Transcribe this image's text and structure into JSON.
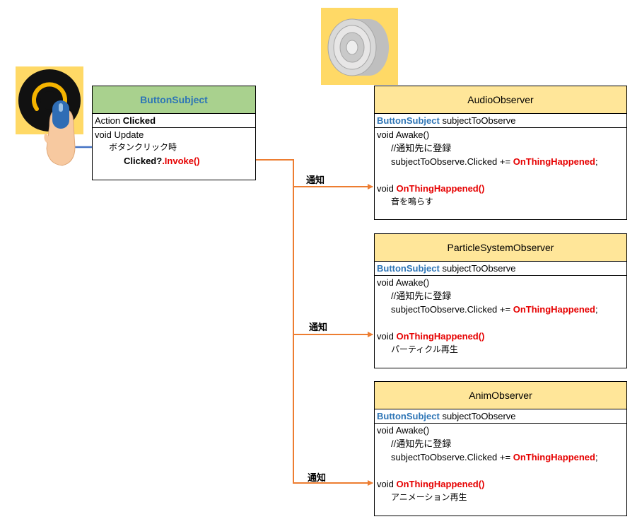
{
  "subject": {
    "title": "ButtonSubject",
    "field_type": "Action",
    "field_name": "Clicked",
    "method": "void Update",
    "comment": "ボタンクリック時",
    "invoke_event": "Clicked?",
    "invoke_call": ".Invoke()"
  },
  "arrow_label": "通知",
  "observers": [
    {
      "title": "AudioObserver",
      "field_type": "ButtonSubject",
      "field_name": "subjectToObserve",
      "awake": "void Awake()",
      "register_comment": "//通知先に登録",
      "register_code": "subjectToObserve.Clicked += ",
      "handler": "OnThingHappened",
      "semicolon": ";",
      "method_prefix": "void ",
      "method_name": "OnThingHappened()",
      "action": "音を鳴らす"
    },
    {
      "title": "ParticleSystemObserver",
      "field_type": "ButtonSubject",
      "field_name": "subjectToObserve",
      "awake": "void Awake()",
      "register_comment": "//通知先に登録",
      "register_code": "subjectToObserve.Clicked += ",
      "handler": "OnThingHappened",
      "semicolon": ";",
      "method_prefix": "void ",
      "method_name": "OnThingHappened()",
      "action": "パーティクル再生"
    },
    {
      "title": "AnimObserver",
      "field_type": "ButtonSubject",
      "field_name": "subjectToObserve",
      "awake": "void Awake()",
      "register_comment": "//通知先に登録",
      "register_code": "subjectToObserve.Clicked += ",
      "handler": "OnThingHappened",
      "semicolon": ";",
      "method_prefix": "void ",
      "method_name": "OnThingHappened()",
      "action": "アニメーション再生"
    }
  ],
  "colors": {
    "subject_header": "#a9d18e",
    "observer_header": "#ffe699",
    "arrow_orange": "#ed7d31",
    "arrow_blue": "#4472c4",
    "icon_bg": "#ffd966"
  },
  "icons": [
    "button-press-icon",
    "speaker-icon"
  ]
}
